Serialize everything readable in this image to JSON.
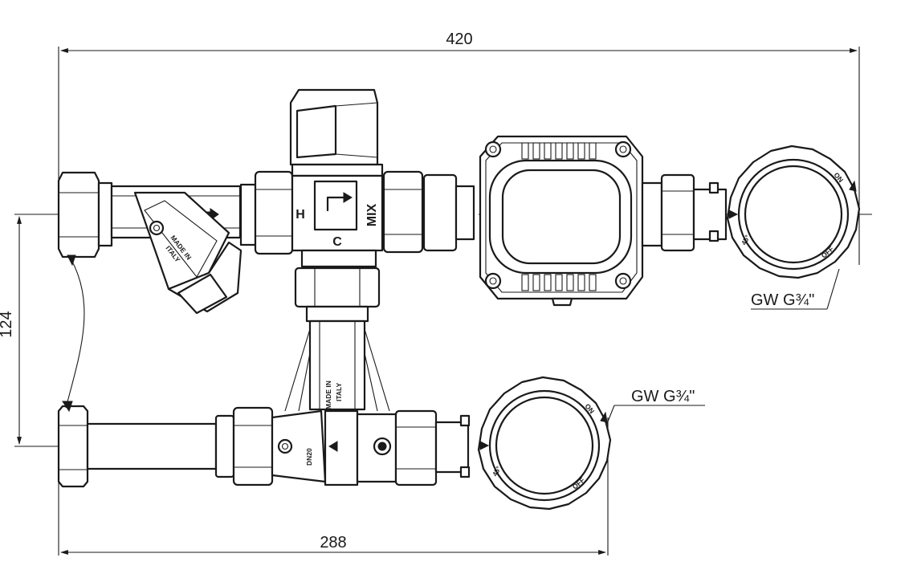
{
  "dimensions": {
    "overall_width": "420",
    "lower_width": "288",
    "vertical_offset": "124"
  },
  "valve_labels": {
    "hot": "H",
    "cold": "C",
    "mix": "MIX"
  },
  "strainer_marking": {
    "line1": "MADE IN",
    "line2": "ITALY"
  },
  "tee_marking": {
    "line1": "MADE IN",
    "line2": "ITALY"
  },
  "lower_valve_marking": "DN20",
  "connection_labels": {
    "upper": "GW G¾\"",
    "lower": "GW G¾\""
  },
  "knob_markings": {
    "on": "ON",
    "angle": "45°",
    "off": "OFF"
  }
}
